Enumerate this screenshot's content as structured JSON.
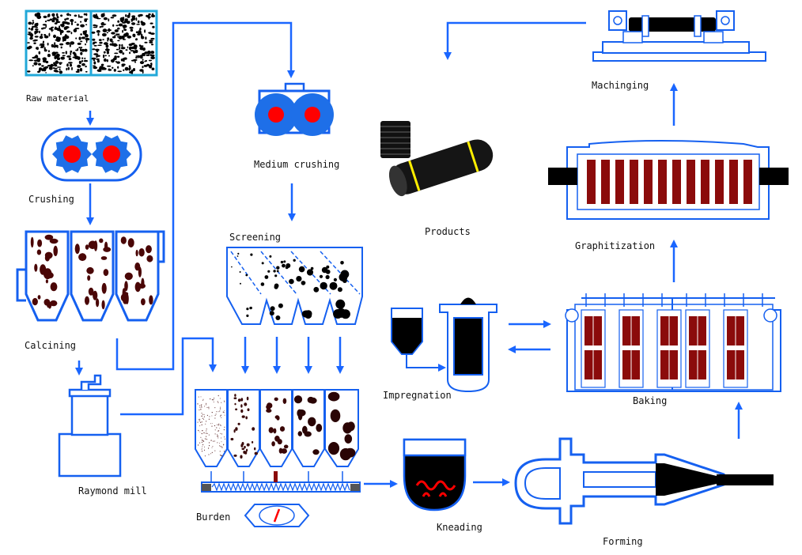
{
  "labels": {
    "raw_material": "Raw material",
    "crushing": "Crushing",
    "calcining": "Calcining",
    "raymond_mill": "Raymond mill",
    "medium_crushing": "Medium crushing",
    "screening": "Screening",
    "burden": "Burden",
    "kneading": "Kneading",
    "forming": "Forming",
    "baking": "Baking",
    "impregnation": "Impregnation",
    "graphitization": "Graphitization",
    "machining": "Machinging",
    "products": "Products"
  },
  "colors": {
    "line": "#1560f0",
    "arrow": "#1a66ff",
    "red": "#ff0000",
    "dark_red": "#8b0b0b",
    "black": "#000000",
    "yellow": "#ffee00",
    "cyan_frame": "#22a8d8"
  }
}
